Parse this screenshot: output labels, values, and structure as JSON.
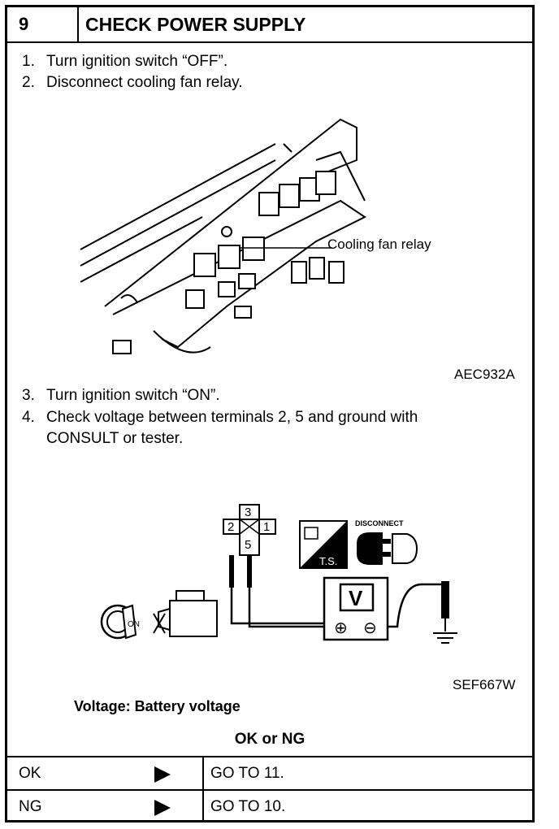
{
  "step": {
    "number": "9",
    "title": "CHECK POWER SUPPLY"
  },
  "instructions_a": [
    {
      "num": "1.",
      "text": "Turn ignition switch “OFF”."
    },
    {
      "num": "2.",
      "text": "Disconnect cooling fan relay."
    }
  ],
  "figure1": {
    "label": "Cooling fan relay",
    "ref": "AEC932A"
  },
  "instructions_b": [
    {
      "num": "3.",
      "text": "Turn ignition switch “ON”."
    },
    {
      "num": "4.",
      "text": "Check voltage between terminals 2, 5 and ground with"
    },
    {
      "num": "",
      "text": "CONSULT or tester."
    }
  ],
  "figure2": {
    "terminals": [
      "3",
      "2",
      "1",
      "5"
    ],
    "meter": "V",
    "plus": "⊕",
    "minus": "⊖",
    "ts": "T.S.",
    "disconnect": "DISCONNECT",
    "key": "ON",
    "ref": "SEF667W"
  },
  "spec": "Voltage: Battery voltage",
  "decision": {
    "heading": "OK or NG",
    "rows": [
      {
        "result": "OK",
        "action": "GO TO 11."
      },
      {
        "result": "NG",
        "action": "GO TO 10."
      }
    ]
  }
}
